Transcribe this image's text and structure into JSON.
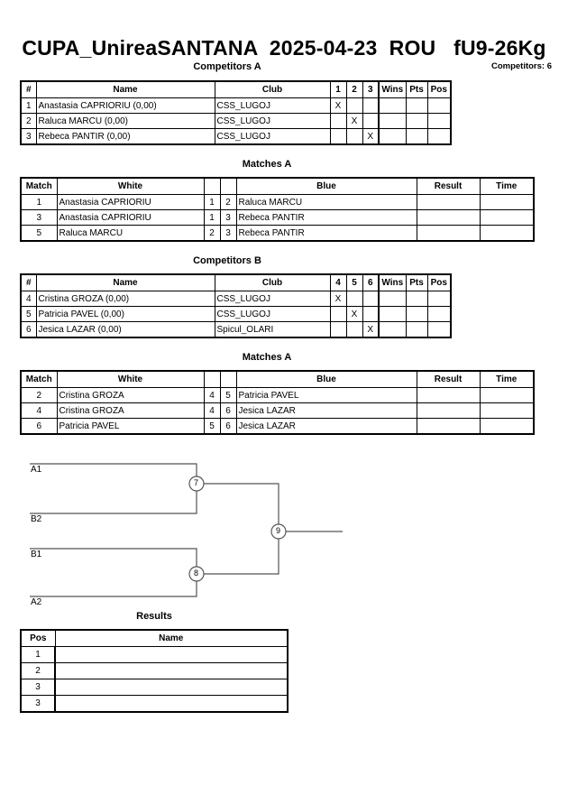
{
  "header": {
    "title": "CUPA_UnireaSANTANA  2025-04-23  ROU   fU9-26Kg",
    "competitors_count": "Competitors: 6"
  },
  "competitors_a": {
    "caption": "Competitors A",
    "columns": {
      "num": "#",
      "name": "Name",
      "club": "Club",
      "m1": "1",
      "m2": "2",
      "m3": "3",
      "wins": "Wins",
      "pts": "Pts",
      "pos": "Pos"
    },
    "rows": [
      {
        "num": "1",
        "name": "Anastasia CAPRIORIU  (0,00)",
        "club": "CSS_LUGOJ",
        "marks": [
          "X",
          "",
          ""
        ],
        "wins": "",
        "pts": "",
        "pos": ""
      },
      {
        "num": "2",
        "name": "Raluca MARCU  (0,00)",
        "club": "CSS_LUGOJ",
        "marks": [
          "",
          "X",
          ""
        ],
        "wins": "",
        "pts": "",
        "pos": ""
      },
      {
        "num": "3",
        "name": "Rebeca PANTIR  (0,00)",
        "club": "CSS_LUGOJ",
        "marks": [
          "",
          "",
          "X"
        ],
        "wins": "",
        "pts": "",
        "pos": ""
      }
    ]
  },
  "matches_a": {
    "caption": "Matches A",
    "columns": {
      "match": "Match",
      "white": "White",
      "blue": "Blue",
      "result": "Result",
      "time": "Time"
    },
    "rows": [
      {
        "match": "1",
        "white": "Anastasia CAPRIORIU",
        "white_num": "1",
        "blue_num": "2",
        "blue": "Raluca MARCU",
        "result": "",
        "time": ""
      },
      {
        "match": "3",
        "white": "Anastasia CAPRIORIU",
        "white_num": "1",
        "blue_num": "3",
        "blue": "Rebeca PANTIR",
        "result": "",
        "time": ""
      },
      {
        "match": "5",
        "white": "Raluca MARCU",
        "white_num": "2",
        "blue_num": "3",
        "blue": "Rebeca PANTIR",
        "result": "",
        "time": ""
      }
    ]
  },
  "competitors_b": {
    "caption": "Competitors B",
    "columns": {
      "num": "#",
      "name": "Name",
      "club": "Club",
      "m1": "4",
      "m2": "5",
      "m3": "6",
      "wins": "Wins",
      "pts": "Pts",
      "pos": "Pos"
    },
    "rows": [
      {
        "num": "4",
        "name": "Cristina GROZA  (0,00)",
        "club": "CSS_LUGOJ",
        "marks": [
          "X",
          "",
          ""
        ],
        "wins": "",
        "pts": "",
        "pos": ""
      },
      {
        "num": "5",
        "name": "Patricia PAVEL  (0,00)",
        "club": "CSS_LUGOJ",
        "marks": [
          "",
          "X",
          ""
        ],
        "wins": "",
        "pts": "",
        "pos": ""
      },
      {
        "num": "6",
        "name": "Jesica LAZAR  (0,00)",
        "club": "Spicul_OLARI",
        "marks": [
          "",
          "",
          "X"
        ],
        "wins": "",
        "pts": "",
        "pos": ""
      }
    ]
  },
  "matches_b": {
    "caption": "Matches A",
    "columns": {
      "match": "Match",
      "white": "White",
      "blue": "Blue",
      "result": "Result",
      "time": "Time"
    },
    "rows": [
      {
        "match": "2",
        "white": "Cristina GROZA",
        "white_num": "4",
        "blue_num": "5",
        "blue": "Patricia PAVEL",
        "result": "",
        "time": ""
      },
      {
        "match": "4",
        "white": "Cristina GROZA",
        "white_num": "4",
        "blue_num": "6",
        "blue": "Jesica LAZAR",
        "result": "",
        "time": ""
      },
      {
        "match": "6",
        "white": "Patricia PAVEL",
        "white_num": "5",
        "blue_num": "6",
        "blue": "Jesica LAZAR",
        "result": "",
        "time": ""
      }
    ]
  },
  "bracket": {
    "seeds": [
      "A1",
      "B2",
      "B1",
      "A2"
    ],
    "nodes": [
      "7",
      "8",
      "9"
    ]
  },
  "results": {
    "caption": "Results",
    "columns": {
      "pos": "Pos",
      "name": "Name"
    },
    "rows": [
      {
        "pos": "1",
        "name": ""
      },
      {
        "pos": "2",
        "name": ""
      },
      {
        "pos": "3",
        "name": ""
      },
      {
        "pos": "3",
        "name": ""
      }
    ]
  }
}
